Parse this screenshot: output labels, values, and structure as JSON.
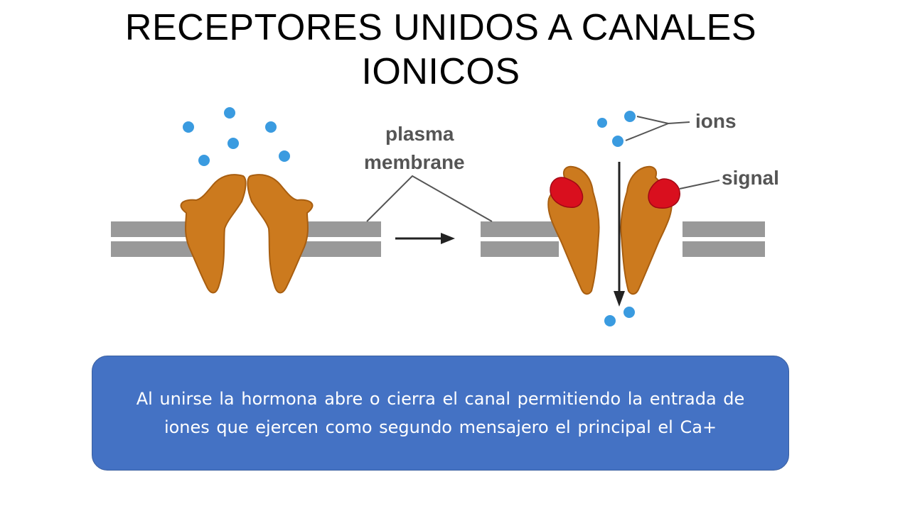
{
  "slide": {
    "title_line1": "RECEPTORES UNIDOS A CANALES",
    "title_line2": "IONICOS"
  },
  "diagram": {
    "labels": {
      "plasma_membrane_line1": "plasma",
      "plasma_membrane_line2": "membrane",
      "ions": "ions",
      "signal": "signal"
    },
    "colors": {
      "membrane": "#999999",
      "channel_protein": "#cc7a1e",
      "ion": "#3a9be0",
      "signal": "#d90f1e",
      "arrow": "#222222"
    }
  },
  "callout": {
    "text": "Al unirse la hormona abre o cierra el canal permitiendo la entrada de iones que ejercen como segundo mensajero el principal el Ca+",
    "color": "#4472c4"
  }
}
